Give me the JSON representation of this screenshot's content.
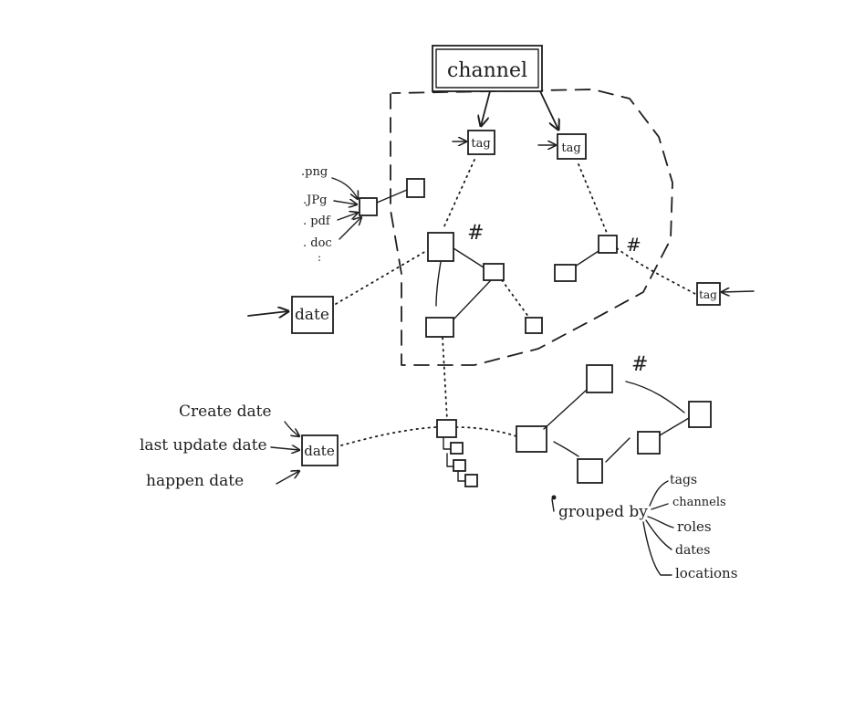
{
  "labels": {
    "channel": "channel",
    "tag": "tag",
    "date": "date",
    "hash": "#"
  },
  "file_types": [
    ".png",
    ".JPg",
    ". pdf",
    ". doc",
    ":"
  ],
  "date_types": [
    "Create date",
    "last update date",
    "happen date"
  ],
  "grouping": {
    "title": "grouped by",
    "options": [
      "tags",
      "channels",
      "roles",
      "dates",
      "locations"
    ]
  }
}
